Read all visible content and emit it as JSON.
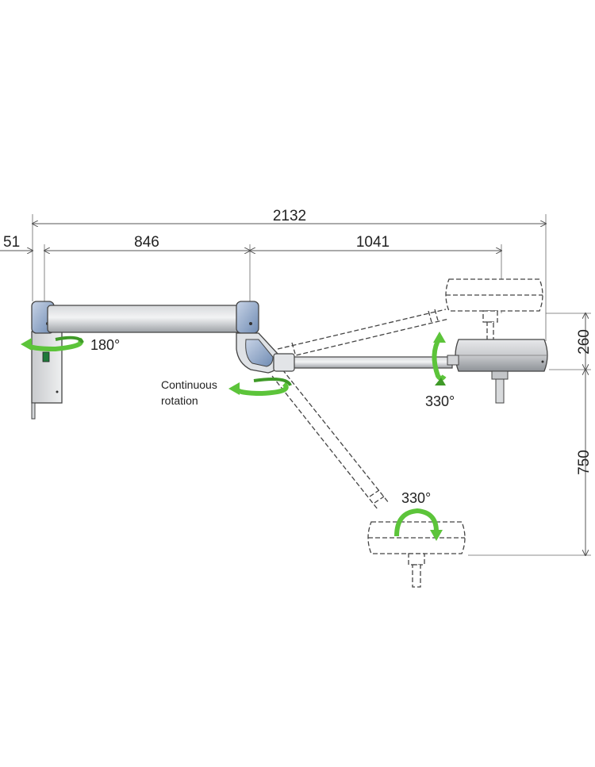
{
  "dimensions": {
    "total_length": "2132",
    "offset": "51",
    "first_arm": "846",
    "second_arm": "1041",
    "head_height": "260",
    "vertical_drop": "750"
  },
  "rotations": {
    "wall_pivot": "180°",
    "elbow": "Continuous",
    "elbow_line2": "rotation",
    "head_vertical": "330°",
    "head_lower": "330°"
  },
  "colors": {
    "arrow_green": "#5cc43a",
    "arm_gray": "#b9bcc0",
    "joint_blue": "#8aa4c8",
    "outline": "#444444"
  }
}
